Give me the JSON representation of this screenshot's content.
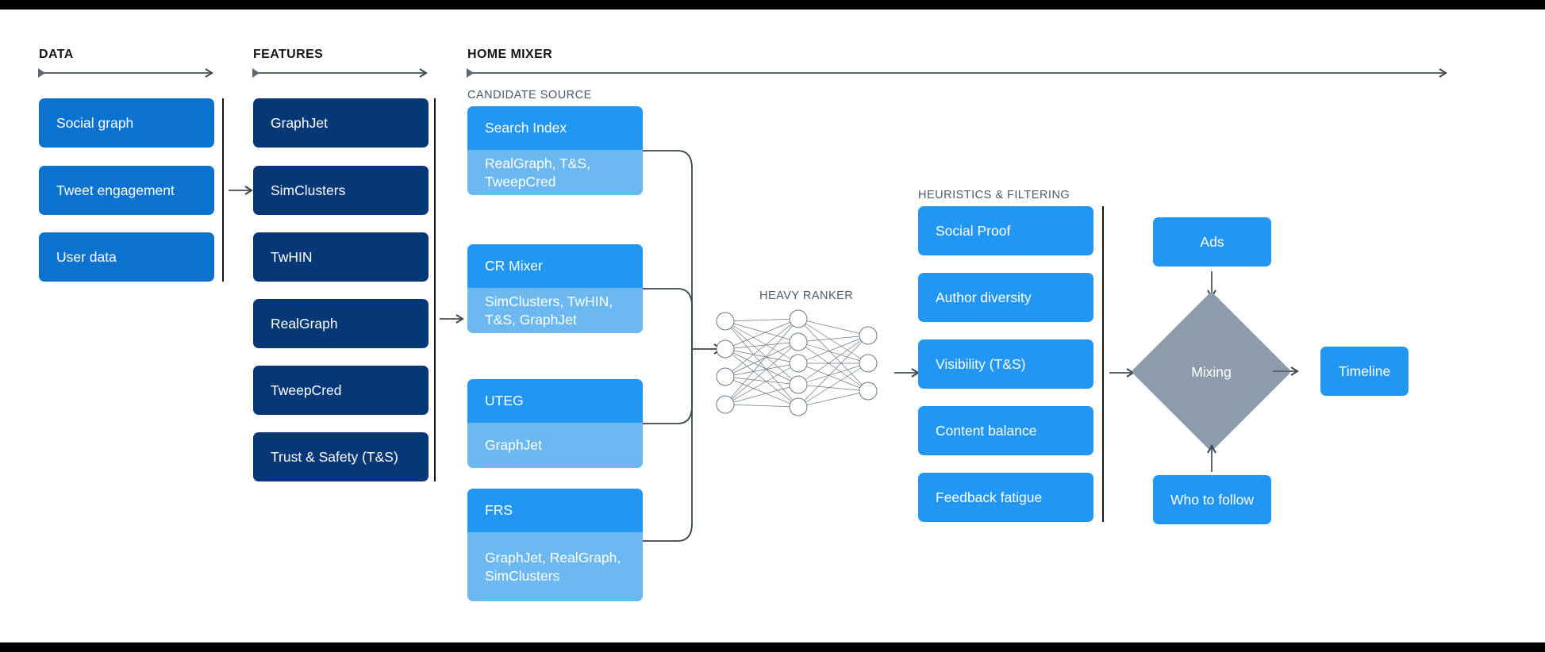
{
  "sections": {
    "data": {
      "title": "DATA"
    },
    "features": {
      "title": "FEATURES"
    },
    "home_mixer": {
      "title": "HOME MIXER"
    },
    "candidate_source": {
      "label": "CANDIDATE SOURCE"
    },
    "heavy_ranker": {
      "label": "HEAVY RANKER"
    },
    "heuristics": {
      "label": "HEURISTICS & FILTERING"
    }
  },
  "data_cards": [
    {
      "label": "Social graph"
    },
    {
      "label": "Tweet engagement"
    },
    {
      "label": "User data"
    }
  ],
  "feature_cards": [
    {
      "label": "GraphJet"
    },
    {
      "label": "SimClusters"
    },
    {
      "label": "TwHIN"
    },
    {
      "label": "RealGraph"
    },
    {
      "label": "TweepCred"
    },
    {
      "label": "Trust & Safety (T&S)"
    }
  ],
  "candidate_sources": [
    {
      "name": "Search Index",
      "features": "RealGraph, T&S,\nTweepCred"
    },
    {
      "name": "CR Mixer",
      "features": "SimClusters, TwHIN,\nT&S, GraphJet"
    },
    {
      "name": "UTEG",
      "features": "GraphJet"
    },
    {
      "name": "FRS",
      "features": "GraphJet, RealGraph,\nSimClusters"
    }
  ],
  "heuristics_cards": [
    {
      "label": "Social Proof"
    },
    {
      "label": "Author diversity"
    },
    {
      "label": "Visibility (T&S)"
    },
    {
      "label": "Content balance"
    },
    {
      "label": "Feedback fatigue"
    }
  ],
  "output": {
    "ads": "Ads",
    "who_to_follow": "Who to follow",
    "mixing": "Mixing",
    "timeline": "Timeline"
  },
  "neural_net": {
    "input_nodes": 4,
    "hidden_nodes": 5,
    "output_nodes": 3
  },
  "colors": {
    "data_blue": "#0b72d0",
    "feature_navy": "#063878",
    "bright_blue": "#2196f3",
    "light_blue": "#6cb8f0",
    "diamond_gray": "#8c9cab",
    "rule_gray": "#5d6770",
    "text_dark": "#14171a",
    "label_gray": "#4a5a68"
  }
}
